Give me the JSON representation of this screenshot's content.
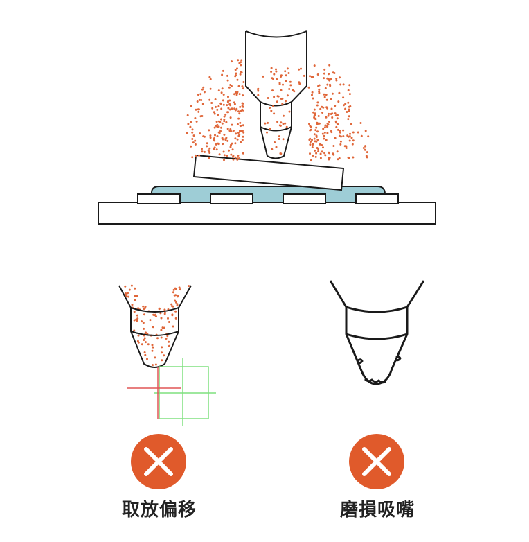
{
  "colors": {
    "outline": "#1a1a1a",
    "particle": "#e0673a",
    "tray": "#9ecdd6",
    "target_green": "#7fe07f",
    "target_red": "#e05555",
    "badge": "#e05a2b",
    "badge_mark": "#ffffff"
  },
  "icons": {
    "top_scene": "nozzle-pick-and-place-illustration",
    "left_panel": "worn-nozzle-with-offset-crosshair-icon",
    "right_panel": "worn-nozzle-tip-icon",
    "badge": "x-mark-icon"
  },
  "captions": {
    "left": "取放偏移",
    "right": "磨損吸嘴"
  }
}
